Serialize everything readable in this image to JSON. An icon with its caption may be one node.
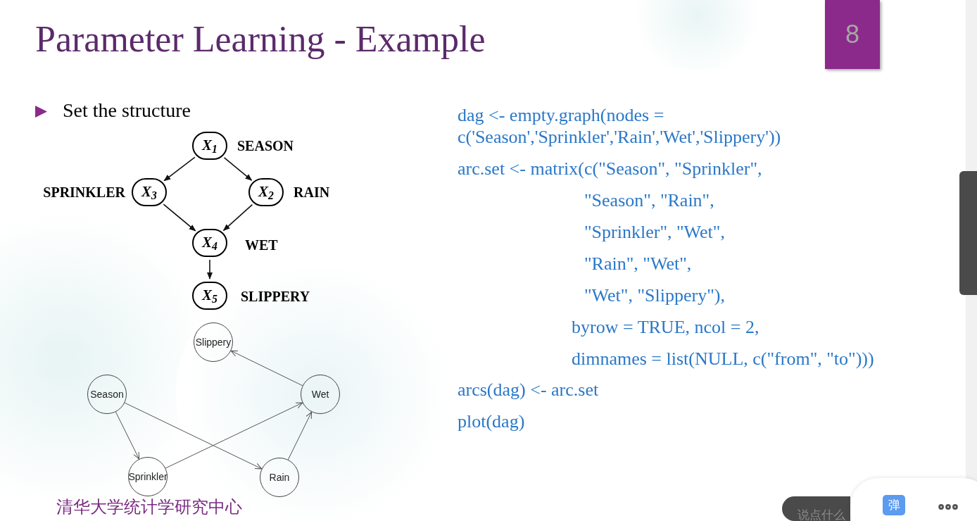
{
  "diagram": {
    "title": "Parameter Learning - Example",
    "nodes": [
      {
        "text": [
          "X$_{1}$"
        ],
        "beside": [
          "SEASON"
        ]
      },
      {
        "text": [
          "X$_{3}$"
        ],
        "beside": [
          "SPRINKLER"
        ]
      },
      {
        "text": [
          "X$_{2}$"
        ],
        "beside": [
          "RAIN"
        ]
      },
      {
        "text": [
          "X$_{4}$"
        ],
        "beside": [
          "WET"
        ]
      },
      {
        "text": [
          "X$_{5}$"
        ],
        "beside": [
          "SLIPPERY"
        ]
      },
      {
        "text": [
          "Slippery"
        ]
      },
      {
        "text": [
          "Season"
        ]
      },
      {
        "text": [
          "Wet"
        ]
      },
      {
        "text": [
          "Sprinkler"
        ]
      },
      {
        "text": [
          "Rain"
        ]
      }
    ],
    "edges": [
      {
        "from": 0,
        "to": 1,
        "arrow": "to"
      },
      {
        "from": 0,
        "to": 2,
        "arrow": "to"
      },
      {
        "from": 1,
        "to": 3,
        "arrow": "to"
      },
      {
        "from": 2,
        "to": 3,
        "arrow": "to"
      },
      {
        "from": 3,
        "to": 4,
        "arrow": "to"
      },
      {
        "from": 6,
        "to": 8,
        "arrow": "to"
      },
      {
        "from": 6,
        "to": 9,
        "arrow": "to"
      },
      {
        "from": 8,
        "to": 7,
        "arrow": "to"
      },
      {
        "from": 9,
        "to": 7,
        "arrow": "to"
      },
      {
        "from": 7,
        "to": 5,
        "arrow": "to"
      }
    ],
    "labels": [
      "8",
      "Set the structure",
      "dag <- empty.graph(nodes = c('Season','Sprinkler','Rain','Wet','Slippery'))",
      "arc.set <- matrix(c(\"Season\", \"Sprinkler\",",
      "\"Season\", \"Rain\",",
      "\"Sprinkler\", \"Wet\",",
      "\"Rain\", \"Wet\",",
      "\"Wet\", \"Slippery\"),",
      "byrow = TRUE, ncol = 2,",
      "dimnames = list(NULL, c(\"from\", \"to\")))",
      "arcs(dag) <- arc.set",
      "plot(dag)",
      "清华大学统计学研究中心",
      "弹",
      "说点什么"
    ]
  }
}
